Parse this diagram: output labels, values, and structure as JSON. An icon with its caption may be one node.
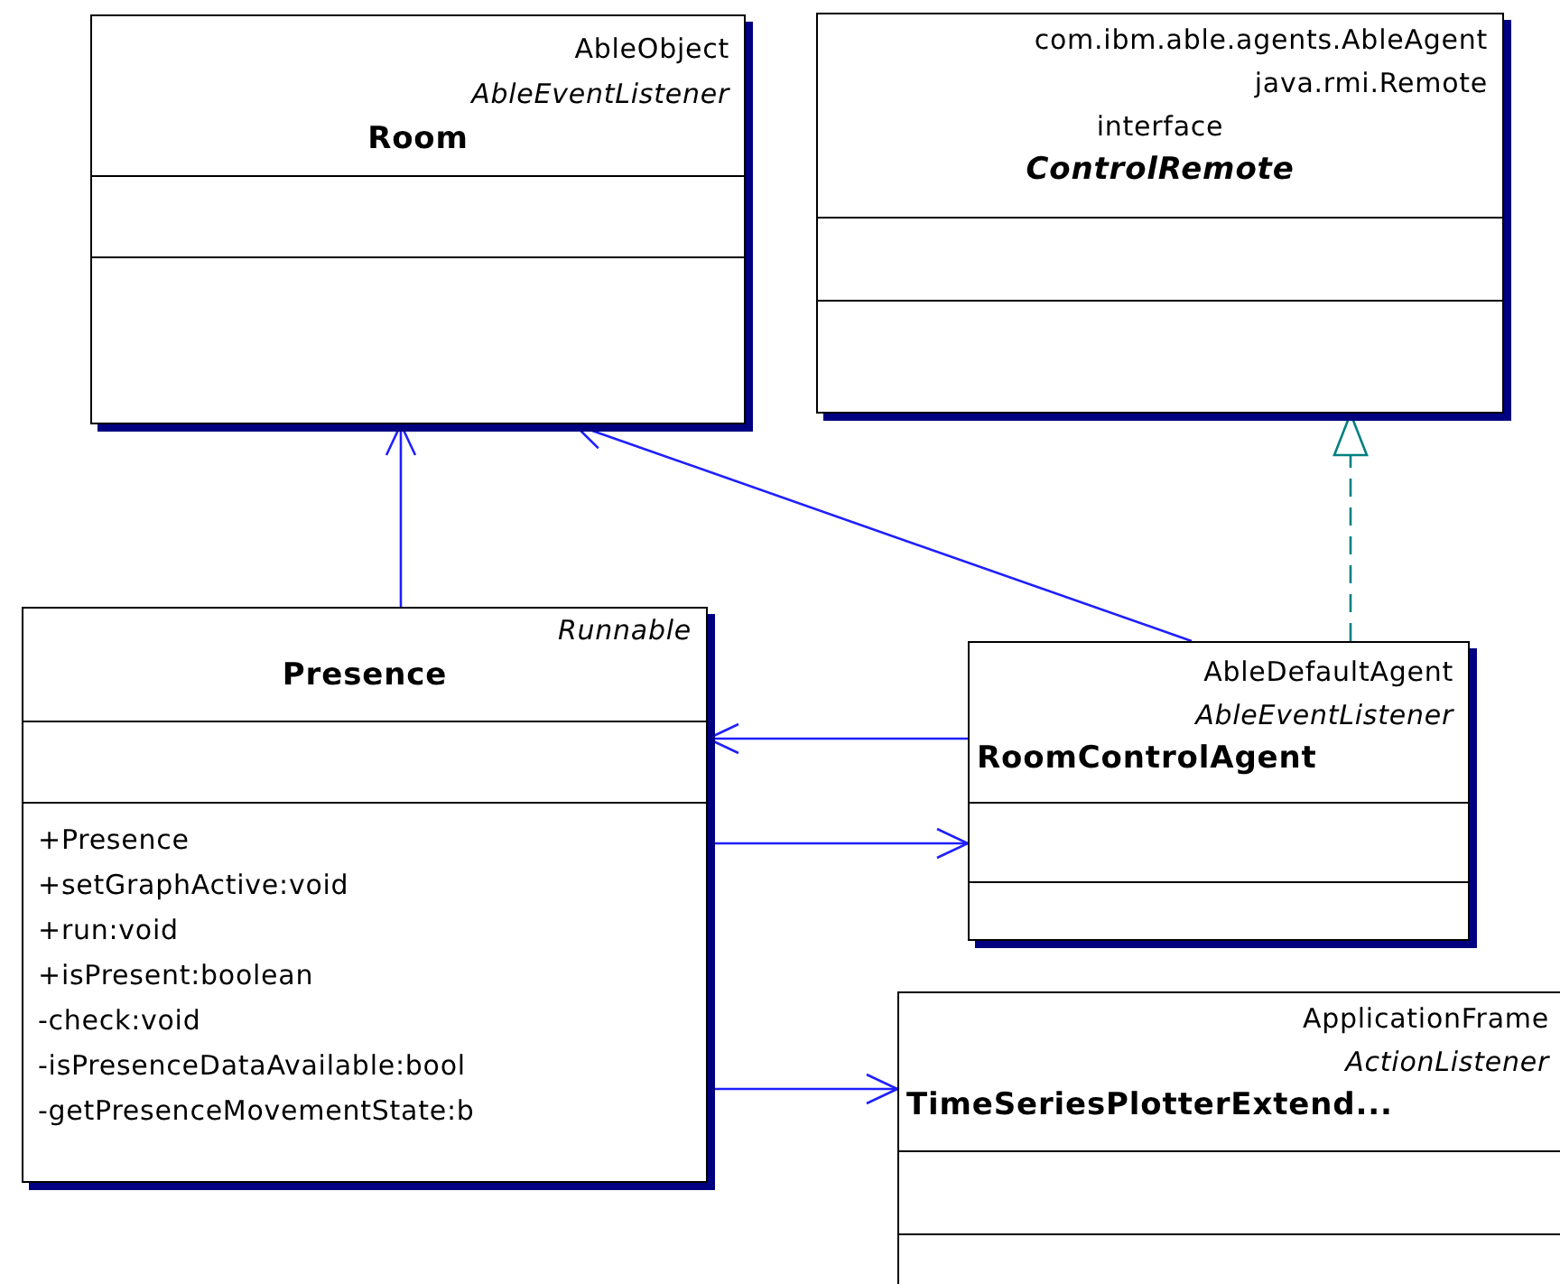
{
  "diagram": {
    "nodes": [
      {
        "text": [
          "AbleObject",
          "AbleEventListener",
          "Room"
        ]
      },
      {
        "text": [
          "com.ibm.able.agents.AbleAgent",
          "java.rmi.Remote",
          "interface",
          "ControlRemote"
        ]
      },
      {
        "text": [
          "Runnable",
          "Presence",
          "+Presence",
          "+setGraphActive:void",
          "+run:void",
          "+isPresent:boolean",
          "-check:void",
          "-isPresenceDataAvailable:bool",
          "-getPresenceMovementState:b"
        ]
      },
      {
        "text": [
          "AbleDefaultAgent",
          "AbleEventListener",
          "RoomControlAgent"
        ]
      },
      {
        "text": [
          "ApplicationFrame",
          "ActionListener",
          "TimeSeriesPlotterExtend..."
        ]
      }
    ],
    "edges": [
      {
        "from": 2,
        "to": 0,
        "arrow": "to"
      },
      {
        "from": 3,
        "to": 0,
        "arrow": "to"
      },
      {
        "from": 3,
        "to": 1,
        "arrow": "to",
        "style": "dashed",
        "color": "#008080"
      },
      {
        "from": 3,
        "to": 2,
        "arrow": "to"
      },
      {
        "from": 2,
        "to": 3,
        "arrow": "to"
      },
      {
        "from": 2,
        "to": 4,
        "arrow": "to"
      }
    ]
  }
}
